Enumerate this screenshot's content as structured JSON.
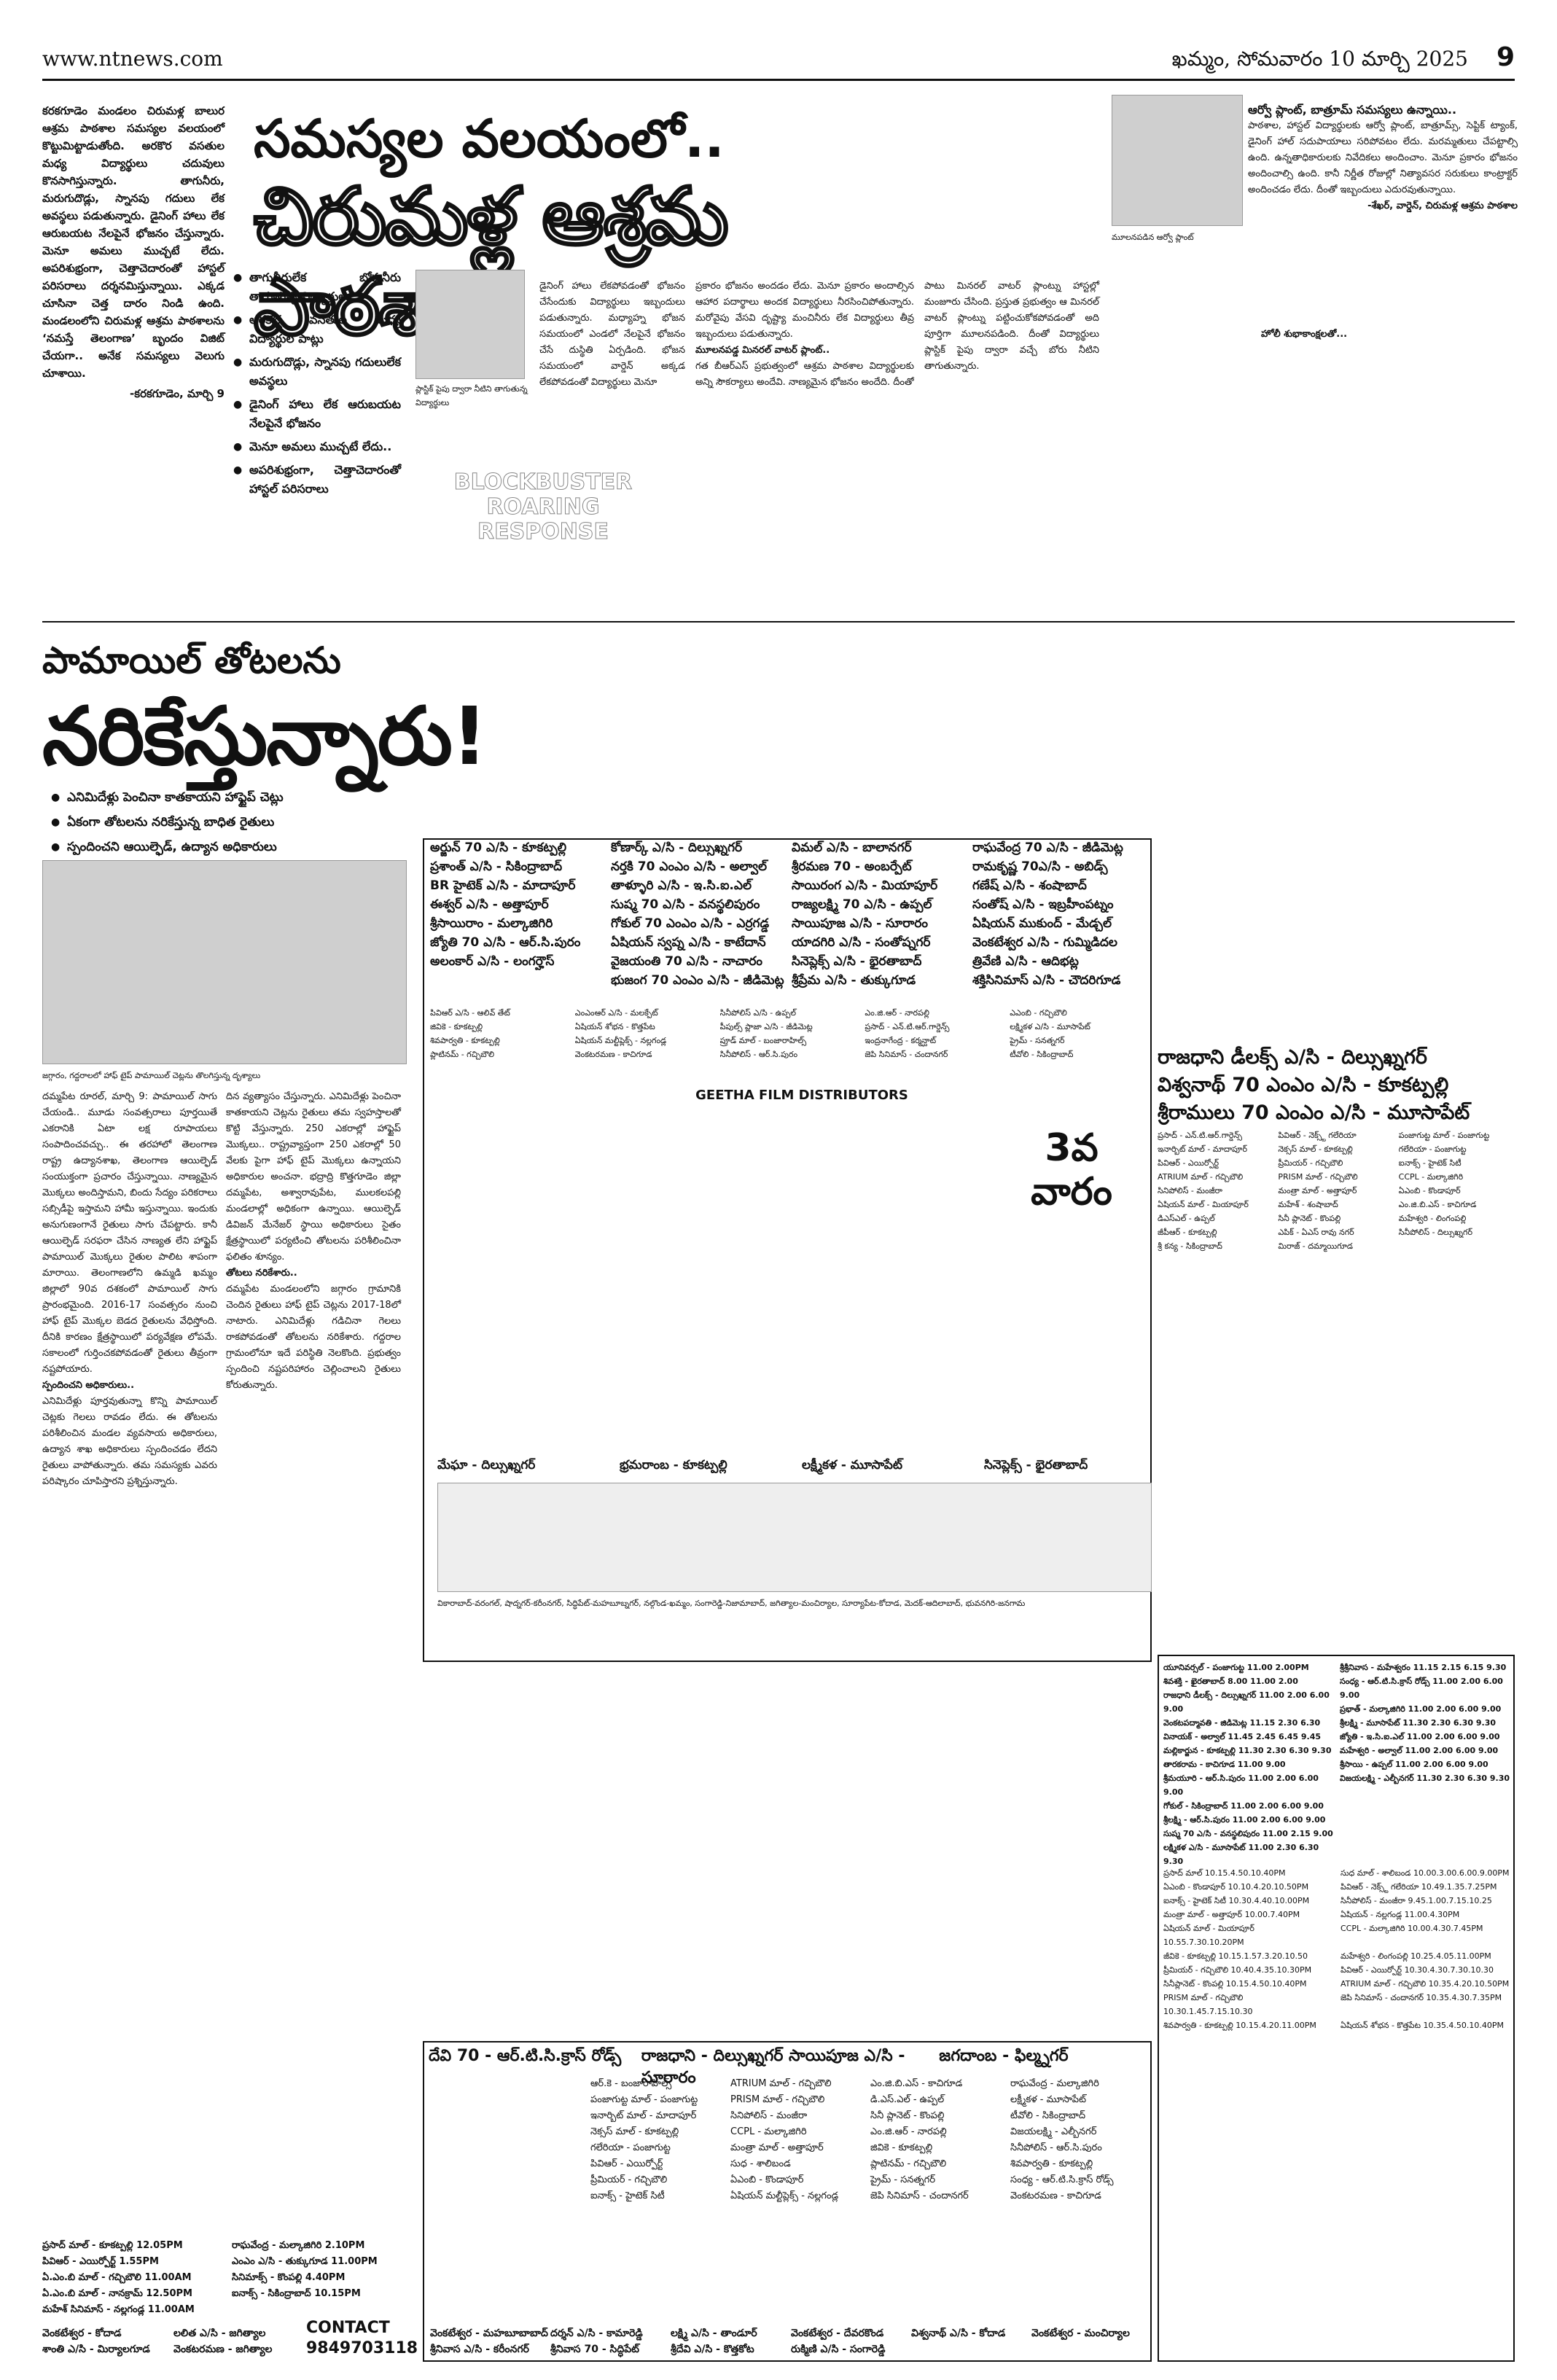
{
  "header": {
    "url": "www.ntnews.com",
    "date": "ఖమ్మం, సోమవారం 10 మార్చి 2025",
    "page": "9"
  },
  "story1": {
    "kicker": "సమస్యల వలయంలో..",
    "headline": "చిరుమళ్ల ఆశ్రమ పాఠశాల",
    "intro": "కరకగూడెం మండలం చిరుమళ్ల బాలుర ఆశ్రమ పాఠశాల సమస్యల వలయంలో కొట్టుమిట్టాడుతోంది. అరకొర వసతుల మధ్య విద్యార్థులు చదువులు కొనసాగిస్తున్నారు. తాగునీరు, మరుగుదొడ్లు, స్నానపు గదులు లేక అవస్థలు పడుతున్నారు. డైనింగ్ హాలు లేక ఆరుబయట నేలపైనే భోజనం చేస్తున్నారు. మెనూ అమలు ముచ్చటే లేదు. అపరిశుభ్రంగా, చెత్తాచెదారంతో హాస్టల్ పరిసరాలు దర్శనమిస్తున్నాయి. ఎక్కడ చూసినా చెత్త దారం నిండి ఉంది. మండలంలోని చిరుమళ్ల ఆశ్రమ పాఠశాలను ‘నమస్తే తెలంగాణ’ బృందం విజిట్ చేయగా.. అనేక సమస్యలు వెలుగు చూశాయి.",
    "dateline": "-కరకగూడెం, మార్చి 9",
    "bullets": [
      "తాగునీరులేక బోరునీరు తాగుతున్న విద్యార్థులు",
      "అరకొర వసతుల మధ్య విద్యార్థుల పాట్లు",
      "మరుగుదొడ్లు, స్నానపు గదులులేక అవస్థలు",
      "డైనింగ్ హాలు లేక ఆరుబయట నేలపైనే భోజనం",
      "మెనూ అమలు ముచ్చటే లేదు..",
      "అపరిశుభ్రంగా, చెత్తాచెదారంతో హాస్టల్ పరిసరాలు"
    ],
    "photo1_caption": "ప్లాస్టిక్ పైపు ద్వారా నీటిని తాగుతున్న విద్యార్థులు",
    "col_a": "డైనింగ్ హాలు లేకపోవడంతో భోజనం చేసేందుకు విద్యార్థులు ఇబ్బందులు పడుతున్నారు. మధ్యాహ్న భోజన సమయంలో ఎండలో నేలపైనే భోజనం చేసే దుస్థితి ఏర్పడింది. భోజన సమయంలో వార్డెన్ అక్కడ లేకపోవడంతో విద్యార్థులు మెనూ",
    "col_b": "ప్రకారం భోజనం అందడం లేదు. మెనూ ప్రకారం అందాల్సిన ఆహార పదార్థాలు అందక విద్యార్థులు నీరసించిపోతున్నారు. మరోవైపు వేసవి దృష్ట్యా మంచినీరు లేక విద్యార్థులు తీవ్ర ఇబ్బందులు పడుతున్నారు.",
    "col_b_sub": "మూలనపడ్డ మినరల్ వాటర్ ప్లాంట్..",
    "col_b2": "గత బీఆర్ఎస్ ప్రభుత్వంలో ఆశ్రమ పాఠశాల విద్యార్థులకు అన్ని సౌకర్యాలు అందేవి. నాణ్యమైన భోజనం అందేది. దీంతో",
    "col_c": "పాటు మినరల్ వాటర్ ప్లాంట్ను హాస్టల్లో మంజూరు చేసింది. ప్రస్తుత ప్రభుత్వం ఆ మినరల్ వాటర్ ప్లాంట్ను పట్టించుకోకపోవడంతో అది పూర్తిగా మూలనపడింది. దీంతో విద్యార్థులు ప్లాస్టిక్ పైపు ద్వారా వచ్చే బోరు నీటిని తాగుతున్నారు.",
    "photo2_caption": "మూలనపడిన ఆర్వో ప్లాంట్",
    "side_sub": "ఆర్వో ప్లాంట్, బాత్రూమ్ సమస్యలు ఉన్నాయి..",
    "side_text": "పాఠశాల, హాస్టల్ విద్యార్థులకు ఆర్వో ప్లాంట్, బాత్రూమ్స్, సెప్టిక్ ట్యాంక్, డైనింగ్ హాల్ సదుపాయాలు సరిపోవటం లేదు. మరమ్మతులు చేపట్టాల్సి ఉంది. ఉన్నతాధికారులకు నివేదికలు అందించాం. మెనూ ప్రకారం భోజనం అందించాల్సి ఉంది. కానీ నిర్ణీత రోజుల్లో నిత్యావసర సరుకులు కాంట్రాక్టర్ అందించడం లేదు. దీంతో ఇబ్బందులు ఎదురవుతున్నాయి.",
    "side_quote": "-శేఖర్, వార్డెన్, చిరుమళ్ల ఆశ్రమ పాఠశాల",
    "holi": "హోలీ శుభాకాంక్షలతో..."
  },
  "story2": {
    "kicker": "పామాయిల్ తోటలను",
    "headline": "నరికేస్తున్నారు!",
    "bullets": [
      "ఎనిమిదేళ్లు పెంచినా కాతకాయని హాఫ్టైప్ చెట్లు",
      "ఏకంగా తోటలను నరికేస్తున్న బాధిత రైతులు",
      "స్పందించని ఆయిల్ఫెడ్, ఉద్యాన అధికారులు"
    ],
    "photo_caption": "జగ్గారం, గద్దరాలలో హాఫ్ టైప్ పామాయిల్ చెట్లను తొలగిస్తున్న దృశ్యాలు",
    "body_left": "దమ్మపేట రూరల్, మార్చి 9: పామాయిల్ సాగు చేయండి.. మూడు సంవత్సరాలు పూర్తయితే ఎకరానికి ఏటా లక్ష రూపాయలు సంపాదించవచ్చు.. ఈ తరహాలో తెలంగాణ రాష్ట్ర ఉద్యానశాఖ, తెలంగాణ ఆయిల్ఫెడ్ సంయుక్తంగా ప్రచారం చేస్తున్నాయి. నాణ్యమైన మొక్కలు అందిస్తామని, బిందు సేద్యం పరికరాలు సబ్సిడీపై ఇస్తామని హామీ ఇస్తున్నాయి. ఇందుకు అనుగుణంగానే రైతులు సాగు చేపట్టారు. కానీ ఆయిల్ఫెడ్ సరఫరా చేసిన నాణ్యత లేని హాఫ్టైప్ పామాయిల్ మొక్కలు రైతుల పాలిట శాపంగా మారాయి. తెలంగాణలోని ఉమ్మడి ఖమ్మం జిల్లాలో 90వ దశకంలో పామాయిల్ సాగు ప్రారంభమైంది. 2016-17 సంవత్సరం నుంచి హాఫ్ టైప్ మొక్కల బెడద రైతులను వేధిస్తోంది. దీనికి కారణం క్షేత్రస్థాయిలో పర్యవేక్షణ లోపమే. సకాలంలో గుర్తించకపోవడంతో రైతులు తీవ్రంగా నష్టపోయారు.",
    "body_left_sub": "స్పందించని అధికారులు..",
    "body_left2": "ఎనిమిదేళ్లు పూర్తవుతున్నా కొన్ని పామాయిల్ చెట్లకు గెలలు రావడం లేదు. ఈ తోటలను పరిశీలించిన మండల వ్యవసాయ అధికారులు, ఉద్యాన శాఖ అధికారులు స్పందించడం లేదని రైతులు వాపోతున్నారు. తమ సమస్యకు ఎవరు పరిష్కారం చూపిస్తారని ప్రశ్నిస్తున్నారు.",
    "body_right": "దిన వ్యత్యాసం చేస్తున్నారు. ఎనిమిదేళ్లు పెంచినా కాతకాయని చెట్లను రైతులు తమ స్వహస్తాలతో కొట్టి వేస్తున్నారు. 250 ఎకరాల్లో హాఫ్టైప్ మొక్కలు.. రాష్ట్రవ్యాప్తంగా 250 ఎకరాల్లో 50 వేలకు పైగా హాఫ్ టైప్ మొక్కలు ఉన్నాయని అధికారుల అంచనా. భద్రాద్రి కొత్తగూడెం జిల్లా దమ్మపేట, అశ్వారావుపేట, ములకలపల్లి మండలాల్లో అధికంగా ఉన్నాయి. ఆయిల్ఫెడ్ డివిజన్ మేనేజర్ స్థాయి అధికారులు సైతం క్షేత్రస్థాయిలో పర్యటించి తోటలను పరిశీలించినా ఫలితం శూన్యం.",
    "body_right_sub": "తోటలు నరికేశారు..",
    "body_right2": "దమ్మపేట మండలంలోని జగ్గారం గ్రామానికి చెందిన రైతులు హాఫ్ టైప్ చెట్లను 2017-18లో నాటారు. ఎనిమిదేళ్లు గడిచినా గెలలు రాకపోవడంతో తోటలను నరికేశారు. గద్దరాల గ్రామంలోనూ ఇదే పరిస్థితి నెలకొంది. ప్రభుత్వం స్పందించి నష్టపరిహారం చెల్లించాలని రైతులు కోరుతున్నారు."
  },
  "ad1": {
    "watermark": "BLOCKBUSTER ROARING RESPONSE",
    "col1": [
      "అర్జున్ 70 ఎ/సి - కూకట్పల్లి",
      "ప్రశాంత్ ఎ/సి - సికింద్రాబాద్",
      "BR హైటెక్ ఎ/సి - మాదాపూర్",
      "ఈశ్వర్ ఎ/సి - అత్తాపూర్",
      "శ్రీసాయిరాం - మల్కాజిగిరి",
      "జ్యోతి 70 ఎ/సి - ఆర్.సి.పురం",
      "అలంకార్ ఎ/సి - లంగర్హౌస్"
    ],
    "col2": [
      "కోణార్క్ ఎ/సి - దిల్సుఖ్నగర్",
      "నర్తకి 70 ఎంఎం ఎ/సి - అల్వాల్",
      "తాళ్ళూరి ఎ/సి - ఇ.సి.ఐ.ఎల్",
      "సుష్మ 70 ఎ/సి - వనస్థలిపురం",
      "గోకుల్ 70 ఎంఎం ఎ/సి - ఎర్రగడ్డ",
      "ఏషియన్ స్వప్న ఎ/సి - కాటేదాన్",
      "వైజయంతి 70 ఎ/సి - నాచారం",
      "భుజంగ 70 ఎంఎం ఎ/సి - జీడిమెట్ల"
    ],
    "col3": [
      "విమల్ ఎ/సి - బాలానగర్",
      "శ్రీరమణ 70 - అంబర్పేట్",
      "సాయిరంగ ఎ/సి - మియాపూర్",
      "రాజ్యలక్ష్మి 70 ఎ/సి - ఉప్పల్",
      "సాయిపూజ ఎ/సి - సూరారం",
      "యాదగిరి ఎ/సి - సంతోష్నగర్",
      "సినెప్లెక్స్ ఎ/సి - భైరతాబాద్",
      "శ్రీప్రేమ ఎ/సి - తుక్కుగూడ"
    ],
    "col4": [
      "రాఘవేంద్ర 70 ఎ/సి - జీడిమెట్ల",
      "రామకృష్ణ 70ఎ/సి - అబిడ్స్",
      "గణేష్ ఎ/సి - శంషాబాద్",
      "సంతోష్ ఎ/సి - ఇబ్రహీంపట్నం",
      "ఏషియన్ ముకుంద్ - మేడ్చల్",
      "వెంకటేశ్వర ఎ/సి - గుమ్మిడిదల",
      "త్రివేణి ఎ/సి - ఆదిభట్ల",
      "శక్తిసినిమాస్ ఎ/సి - చౌదరిగూడ"
    ],
    "multiplex": [
      "పివిఆర్ ఎ/సి - ఆలివ్ తేట్",
      "ఎంఎంఆర్ ఎ/సి - మలక్పేట్",
      "సినీపోలిస్ ఎ/సి - ఉప్పల్",
      "ఎం.జి.ఆర్ - నారపల్లి",
      "ఎఎంబి - గచ్చిబౌలి",
      "జివికె - కూకట్పల్లి",
      "ఏషియన్ శోభన - కొత్తపేట",
      "పీపుల్స్ ప్లాజా ఎ/సి - జీడిమెట్ల",
      "ప్రసాద్ - ఎన్.టి.ఆర్.గార్డెన్స్",
      "లక్ష్మికళ ఎ/సి - మూసాపేట్",
      "శివపార్వతి - కూకట్పల్లి",
      "ఏషియన్ మల్టీప్లెక్స్ - నల్లగండ్ల",
      "ప్రూడ్ మాల్ - బంజారాహిల్స్",
      "ఇంద్రనాగేంద్ర - కర్మన్ఘాట్",
      "ప్రైమ్ - సనత్నగర్",
      "ప్లాటినమ్ - గచ్చిబౌలి",
      "వెంకటరమణ - కాచిగూడ",
      "సినీపోలిస్ - ఆర్.సి.పురం",
      "జెపి సినిమాస్ - చందానగర్",
      "టీవోలి - సికింద్రాబాద్"
    ],
    "distributor": "GEETHA FILM DISTRIBUTORS",
    "week": "3వ వారం",
    "right_title1": "రాజధాని డీలక్స్ ఎ/సి - దిల్సుఖ్నగర్",
    "right_title2": "విశ్వనాథ్ 70 ఎంఎం ఎ/సి - కూకట్పల్లి",
    "right_title3": "శ్రీరాములు 70 ఎంఎం ఎ/సి - మూసాపేట్",
    "right_list": [
      "ప్రసాద్ - ఎన్.టి.ఆర్.గార్డెన్స్",
      "పివిఆర్ - నెక్స్ట్ గలేరియా",
      "పంజాగుట్ట మాల్ - పంజాగుట్ట",
      "ఇనార్బిట్ మాల్ - మాదాపూర్",
      "నెక్సస్ మాల్ - కూకట్పల్లి",
      "గలేరియా - పంజాగుట్ట",
      "పివిఆర్ - ఎయిర్పోర్ట్",
      "ప్రీమియర్ - గచ్చిబౌలి",
      "ఐనాక్స్ - హైటెక్ సిటీ",
      "ATRIUM మాల్ - గచ్చిబౌలి",
      "PRISM మాల్ - గచ్చిబౌలి",
      "CCPL - మల్కాజిగిరి",
      "సినిపోలిస్ - మంజీరా",
      "మంత్రా మాల్ - అత్తాపూర్",
      "ఏఎంబి - కొండాపూర్",
      "ఏషియన్ మాల్ - మియాపూర్",
      "మహేశ్ - శంషాబాద్",
      "ఎం.జి.బి.ఎస్ - కాచిగూడ",
      "డిఎస్ఎల్ - ఉప్పల్",
      "సినీ ప్లానెట్ - కొంపల్లి",
      "మహేశ్వరి - లింగంపల్లి",
      "జీపీఆర్ - కూకట్పల్లి",
      "ఎపిక్ - ఏఎస్ రావు నగర్",
      "సినీపోలిస్ - దిల్సుఖ్నగర్",
      "శ్రీ కన్య - సికింద్రాబాద్",
      "మిరాజ్ - దమ్మాయిగూడ"
    ],
    "bottom_titles": [
      "మేఘా - దిల్సుఖ్నగర్",
      "భ్రమరాంబ - కూకట్పల్లి",
      "లక్ష్మీకళ - మూసాపేట్",
      "సినెప్లెక్స్ - భైరతాబాద్"
    ],
    "districts": "వికారాబాద్-వరంగల్, షాద్నగర్-కరీంనగర్, సిద్ధిపేట్-మహబూబ్నగర్, నల్గొండ-ఖమ్మం, సంగారెడ్డి-నిజామాబాద్, జగిత్యాల-మంచిర్యాల, సూర్యాపేట-కోదాడ, మెదక్-ఆదిలాబాద్, భువనగిరి-జనగామ"
  },
  "ad2": {
    "title_left": "దేవి 70 - ఆర్.టి.సి.క్రాస్ రోడ్స్",
    "title_mid": "రాజధాని - దిల్సుఖ్నగర్",
    "title_mid2": "సాయిపూజ ఎ/సి - సూరారం",
    "title_right": "జగదాంబ - ఫిల్మ్నగర్",
    "shows_left": [
      "ప్రసాద్ మాల్ - కూకట్పల్లి 12.05PM",
      "పివిఆర్ - ఎయిర్పోర్ట్ 1.55PM",
      "ఏ.ఎం.బి మాల్ - గచ్చిబౌలి 11.00AM",
      "ఏ.ఎం.బి మాల్ - నానక్రామ్ 12.50PM",
      "మహేశ్ సినిమాస్ - నల్లగండ్ల 11.00AM"
    ],
    "shows_left2": [
      "రాఘవేంద్ర - మల్కాజిగిరి 2.10PM",
      "ఎంఎం ఎ/సి - తుక్కుగూడ 11.00PM",
      "సినిమాక్స్ - కొంపల్లి 4.40PM",
      "ఐనాక్స్ - సికింద్రాబాద్ 10.15PM"
    ],
    "venues_a": [
      "ఆర్.కె - బంజారాహిల్స్",
      "పంజాగుట్ట మాల్ - పంజాగుట్ట",
      "ఇనార్బిట్ మాల్ - మాదాపూర్",
      "నెక్సస్ మాల్ - కూకట్పల్లి",
      "గలేరియా - పంజాగుట్ట",
      "పివిఆర్ - ఎయిర్పోర్ట్",
      "ప్రీమియర్ - గచ్చిబౌలి",
      "ఐనాక్స్ - హైటెక్ సిటీ"
    ],
    "venues_b": [
      "ATRIUM మాల్ - గచ్చిబౌలి",
      "PRISM మాల్ - గచ్చిబౌలి",
      "సినిపోలిస్ - మంజీరా",
      "CCPL - మల్కాజిగిరి",
      "మంత్రా మాల్ - అత్తాపూర్",
      "సుధ - శాలిబండ",
      "ఏఎంబి - కొండాపూర్",
      "ఏషియన్ మల్టీప్లెక్స్ - నల్లగండ్ల"
    ],
    "venues_c": [
      "ఎం.జి.బి.ఎస్ - కాచిగూడ",
      "డి.ఎస్.ఎల్ - ఉప్పల్",
      "సినీ ప్లానెట్ - కొంపల్లి",
      "ఎం.జి.ఆర్ - నారపల్లి",
      "జివికె - కూకట్పల్లి",
      "ప్లాటినమ్ - గచ్చిబౌలి",
      "ప్రైమ్ - సనత్నగర్",
      "జెపి సినిమాస్ - చందానగర్"
    ],
    "venues_d": [
      "రాఘవేంద్ర - మల్కాజిగిరి",
      "లక్ష్మీకళ - మూసాపేట్",
      "టీవోలి - సికింద్రాబాద్",
      "విజయలక్ష్మి - ఎల్బీనగర్",
      "సినీపోలిస్ - ఆర్.సి.పురం",
      "శివపార్వతి - కూకట్పల్లి",
      "సంధ్య - ఆర్.టి.సి.క్రాస్ రోడ్స్",
      "వెంకటరమణ - కాచిగూడ"
    ],
    "bottom_row": [
      "వెంకటేశ్వర - కోదాడ",
      "లలిత ఎ/సి - జగిత్యాల",
      "వెంకటేశ్వర - మహబూబాబాద్",
      "దర్శన్ ఎ/సి - కామారెడ్డి",
      "లక్ష్మి ఎ/సి - తాండూర్",
      "వెంకటేశ్వర - దేవరకొండ",
      "విశ్వనాథ్ ఎ/సి - కోదాడ",
      "వెంకటేశ్వర - మంచిర్యాల"
    ],
    "bottom_row2": [
      "శాంతి ఎ/సి - మిర్యాలగూడ",
      "వెంకటరమణ - జగిత్యాల",
      "శ్రీనివాస ఎ/సి - కరీంనగర్",
      "శ్రీనివాస 70 - సిద్ధిపేట్",
      "శ్రీదేవి ఎ/సి - కొత్తకోట",
      "రుక్మిణి ఎ/సి - సంగారెడ్డి"
    ],
    "contact_label": "CONTACT",
    "contact_number": "9849703118"
  },
  "ad3": {
    "lines": [
      "యూనివర్సల్ - పంజాగుట్ట 11.00 2.00PM",
      "శివశక్తి - ఖైరతాబాద్ 8.00 11.00 2.00",
      "రాజధాని డీలక్స్ - దిల్సుఖ్నగర్ 11.00 2.00 6.00 9.00",
      "వెంకటపద్మావతి - జిడిమెట్ల 11.15 2.30 6.30",
      "వినాయక్ - అల్వాల్ 11.45 2.45 6.45 9.45",
      "మల్లికార్జున - కూకట్పల్లి 11.30 2.30 6.30 9.30",
      "తారకరామ - కాచిగూడ 11.00 9.00",
      "శ్రీమయూరి - ఆర్.సి.పురం 11.00 2.00 6.00 9.00",
      "గోకుల్ - సికింద్రాబాద్ 11.00 2.00 6.00 9.00",
      "శ్రీలక్ష్మి - ఆర్.సి.పురం 11.00 2.00 6.00 9.00",
      "సుష్మ 70 ఎ/సి - వనస్థలిపురం 11.00 2.15 9.00",
      "లక్ష్మికళ ఎ/సి - మూసాపేట్ 11.00 2.30 6.30 9.30"
    ],
    "lines_right": [
      "శ్రీశ్రీనివాస - మహేశ్వరం 11.15 2.15 6.15 9.30",
      "సంధ్య - ఆర్.టి.సి.క్రాస్ రోడ్స్ 11.00 2.00 6.00 9.00",
      "ప్రభాత్ - మల్కాజిగిరి 11.00 2.00 6.00 9.00",
      "శ్రీలక్ష్మి - మూసాపేట్ 11.30 2.30 6.30 9.30",
      "జ్యోతి - ఇ.సి.ఐ.ఎల్ 11.00 2.00 6.00 9.00",
      "మహేశ్వరి - అల్వాల్ 11.00 2.00 6.00 9.00",
      "శ్రీసాయి - ఉప్పల్ 11.00 2.00 6.00 9.00",
      "విజయలక్ష్మి - ఎల్బీనగర్ 11.30 2.30 6.30 9.30"
    ],
    "grid": [
      "ప్రసాద్ మాల్ 10.15.4.50.10.40PM",
      "సుధ మాల్ - శాలిబండ 10.00.3.00.6.00.9.00PM",
      "ఏఎంబి - కొండాపూర్ 10.10.4.20.10.50PM",
      "పివిఆర్ - నెక్స్ట్ గలేరియా 10.49.1.35.7.25PM",
      "ఐనాక్స్ - హైటెక్ సిటీ 10.30.4.40.10.00PM",
      "సినీపోలిస్ - మంజీరా 9.45.1.00.7.15.10.25",
      "మంత్రా మాల్ - అత్తాపూర్ 10.00.7.40PM",
      "ఏషియన్ - నల్లగండ్ల 11.00.4.30PM",
      "ఏషియన్ మాల్ - మియాపూర్ 10.55.7.30.10.20PM",
      "CCPL - మల్కాజిగిరి 10.00.4.30.7.45PM",
      "జీవికె - కూకట్పల్లి 10.15.1.57.3.20.10.50",
      "మహేశ్వరి - లింగంపల్లి 10.25.4.05.11.00PM",
      "ప్రీమియర్ - గచ్చిబౌలి 10.40.4.35.10.30PM",
      "పివిఆర్ - ఎయిర్పోర్ట్ 10.30.4.30.7.30.10.30",
      "సినీప్లానెట్ - కొంపల్లి 10.15.4.50.10.40PM",
      "ATRIUM మాల్ - గచ్చిబౌలి 10.35.4.20.10.50PM",
      "PRISM మాల్ - గచ్చిబౌలి 10.30.1.45.7.15.10.30",
      "జెపి సినిమాస్ - చందానగర్ 10.35.4.30.7.35PM",
      "శివపార్వతి - కూకట్పల్లి 10.15.4.20.11.00PM",
      "ఏషియన్ శోభన - కొత్తపేట 10.35.4.50.10.40PM"
    ]
  }
}
